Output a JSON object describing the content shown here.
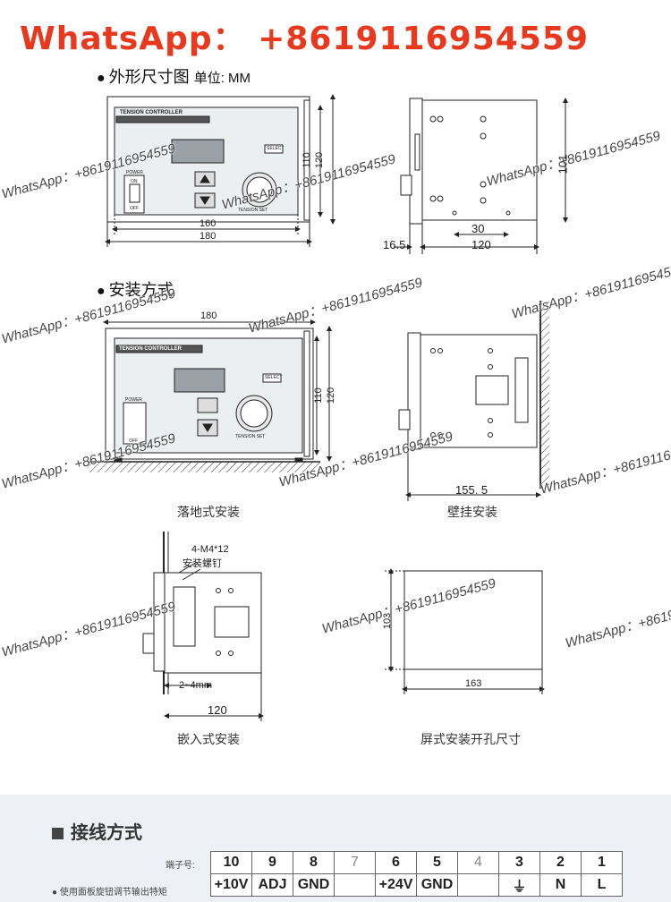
{
  "banner": {
    "text": "WhatsApp： +8619116954559",
    "color": "#e8381e"
  },
  "watermark": {
    "text": "WhatsApp：+8619116954559"
  },
  "sections": {
    "dimensions": {
      "title": "外形尺寸图",
      "unit": "单位: MM"
    },
    "installation": {
      "title": "安装方式"
    },
    "wiring": {
      "title": "接线方式"
    }
  },
  "front_view": {
    "panel_name": "TENSION CONTROLLER",
    "power_label": "POWER",
    "on_label": "ON",
    "off_label": "OFF",
    "knob_label": "TENSION SET",
    "select_label": "SELECT",
    "width_inner": "160",
    "width_outer": "180",
    "height_inner": "110",
    "height_outer": "120"
  },
  "side_view": {
    "height": "101",
    "offset": "16.5",
    "mid": "30",
    "depth": "120"
  },
  "floor_install": {
    "width": "180",
    "height_inner": "110",
    "height_outer": "120",
    "caption": "落地式安装"
  },
  "wall_install": {
    "depth": "155. 5",
    "caption": "壁挂安装"
  },
  "embed_install": {
    "screw_label": "4-M4*12",
    "screw_sub": "安装螺钉",
    "gap": "2~4mm",
    "depth": "120",
    "caption": "嵌入式安装"
  },
  "cutout": {
    "height": "103",
    "width": "163",
    "caption": "屏式安装开孔尺寸"
  },
  "terminals": {
    "row_label": "端子号:",
    "note": "● 使用面板旋钮调节输出特矩",
    "numbers": [
      "10",
      "9",
      "8",
      "7",
      "6",
      "5",
      "4",
      "3",
      "2",
      "1"
    ],
    "signals": [
      "+10V",
      "ADJ",
      "GND",
      "",
      "+24V",
      "GND",
      "",
      "⏚",
      "N",
      "L"
    ]
  }
}
